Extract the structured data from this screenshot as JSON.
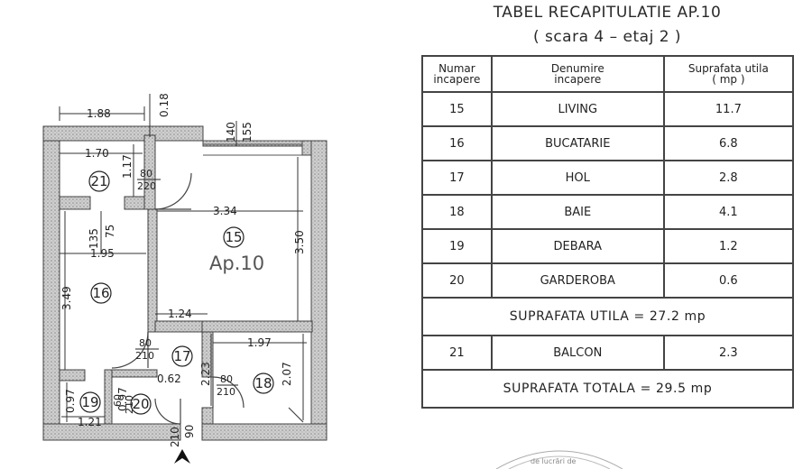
{
  "table": {
    "title": "TABEL RECAPITULATIE AP.10",
    "subtitle": "( scara 4 – etaj 2 )",
    "headers": {
      "number": [
        "Numar",
        "incapere"
      ],
      "name": [
        "Denumire",
        "incapere"
      ],
      "area": [
        "Suprafata utila",
        "( mp )"
      ]
    },
    "rows": [
      {
        "nr": "15",
        "name": "LIVING",
        "area": "11.7"
      },
      {
        "nr": "16",
        "name": "BUCATARIE",
        "area": "6.8"
      },
      {
        "nr": "17",
        "name": "HOL",
        "area": "2.8"
      },
      {
        "nr": "18",
        "name": "BAIE",
        "area": "4.1"
      },
      {
        "nr": "19",
        "name": "DEBARA",
        "area": "1.2"
      },
      {
        "nr": "20",
        "name": "GARDEROBA",
        "area": "0.6"
      }
    ],
    "useful_total": "SUPRAFATA UTILA = 27.2 mp",
    "balcony": {
      "nr": "21",
      "name": "BALCON",
      "area": "2.3"
    },
    "grand_total": "SUPRAFATA TOTALA = 29.5 mp"
  },
  "plan": {
    "apartment_label": "Ap.10",
    "room_numbers": {
      "r15": "15",
      "r16": "16",
      "r17": "17",
      "r18": "18",
      "r19": "19",
      "r20": "20",
      "r21": "21"
    },
    "dimensions": {
      "d188": "1.88",
      "d018": "0.18",
      "d140": "140",
      "d155": "155",
      "d170": "1.70",
      "d117": "1.17",
      "d334": "3.34",
      "d350": "3.50",
      "d135": "135",
      "d75": "75",
      "d195": "1.95",
      "d349": "3.49",
      "d124": "1.24",
      "d197": "1.97",
      "d062": "0.62",
      "d223": "2.23",
      "d207": "2.07",
      "d097a": "0.97",
      "d097b": "0.97",
      "d121": "1.21",
      "d210": "210",
      "d90": "90"
    },
    "door_labels": {
      "balcony": [
        "80",
        "220"
      ],
      "hall": [
        "80",
        "210"
      ],
      "bath": [
        "80",
        "210"
      ],
      "storage": [
        "60",
        "210"
      ]
    },
    "stamp_text": "de lucrări de"
  }
}
